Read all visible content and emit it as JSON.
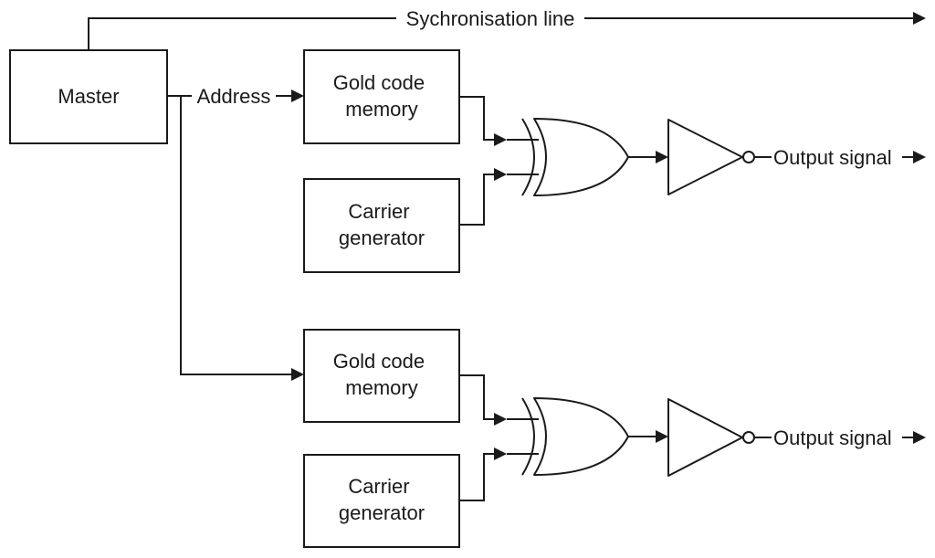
{
  "diagram": {
    "sync_line_label": "Sychronisation line",
    "master_label": "Master",
    "address_label": "Address",
    "channels": [
      {
        "memory_label": [
          "Gold code",
          "memory"
        ],
        "carrier_label": [
          "Carrier",
          "generator"
        ],
        "output_label": "Output signal"
      },
      {
        "memory_label": [
          "Gold code",
          "memory"
        ],
        "carrier_label": [
          "Carrier",
          "generator"
        ],
        "output_label": "Output signal"
      }
    ]
  }
}
